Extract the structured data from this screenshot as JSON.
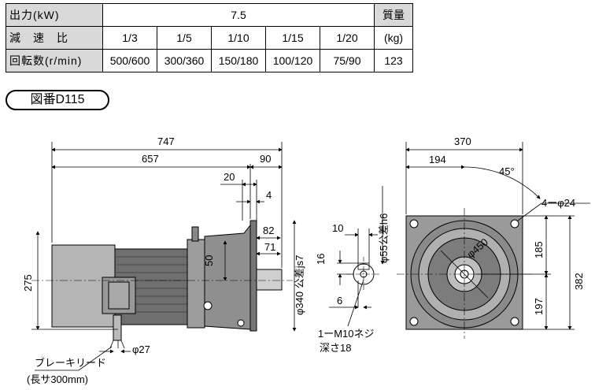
{
  "table": {
    "row1": {
      "label": "出力(kW)",
      "value": "7.5",
      "mass_label": "質量"
    },
    "row2": {
      "label": "減　速　比",
      "ratios": [
        "1/3",
        "1/5",
        "1/10",
        "1/15",
        "1/20"
      ],
      "unit": "(kg)"
    },
    "row3": {
      "label": "回転数(r/min)",
      "speeds": [
        "500/600",
        "300/360",
        "150/180",
        "100/120",
        "75/90"
      ],
      "mass": "123"
    }
  },
  "figure_number": "図番D115",
  "side_view": {
    "overall_length": "747",
    "length_657": "657",
    "dim_90": "90",
    "dim_20": "20",
    "dim_4": "4",
    "dim_82": "82",
    "dim_71": "71",
    "dim_50": "50",
    "height_275": "275",
    "flange_dia": "φ340 公差js7",
    "conduit_dia": "φ27",
    "brake_lead": "ブレーキリード",
    "brake_lead_length": "(長サ300mm)"
  },
  "shaft_view": {
    "dim_10": "10",
    "dim_16": "16",
    "dim_6": "6",
    "shaft_dia": "φ55公差h6",
    "tap": "1ーM10ネジ",
    "tap_depth": "深さ18"
  },
  "front_view": {
    "width_370": "370",
    "dim_194": "194",
    "angle": "45°",
    "holes": "4ーφ24",
    "pcd": "φ450",
    "dim_185": "185",
    "height_382": "382",
    "dim_197": "197"
  }
}
